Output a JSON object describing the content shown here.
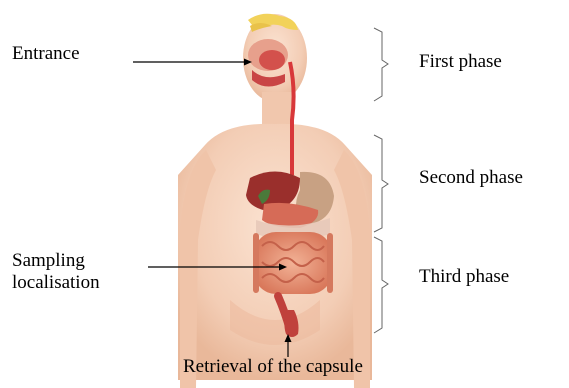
{
  "labels": {
    "entrance": "Entrance",
    "sampling_line1": "Sampling",
    "sampling_line2": "localisation",
    "retrieval": "Retrieval of the capsule"
  },
  "phases": [
    {
      "label": "First phase"
    },
    {
      "label": "Second phase"
    },
    {
      "label": "Third phase"
    }
  ],
  "colors": {
    "skin": "#f3cdb5",
    "skin_shadow": "#e4a88a",
    "esophagus": "#d8383a",
    "liver": "#9a2f2c",
    "stomach": "#c8a183",
    "intestine": "#e79a7a",
    "nasal": "#f2d25a",
    "lines": "#000000",
    "brackets": "#666666"
  }
}
